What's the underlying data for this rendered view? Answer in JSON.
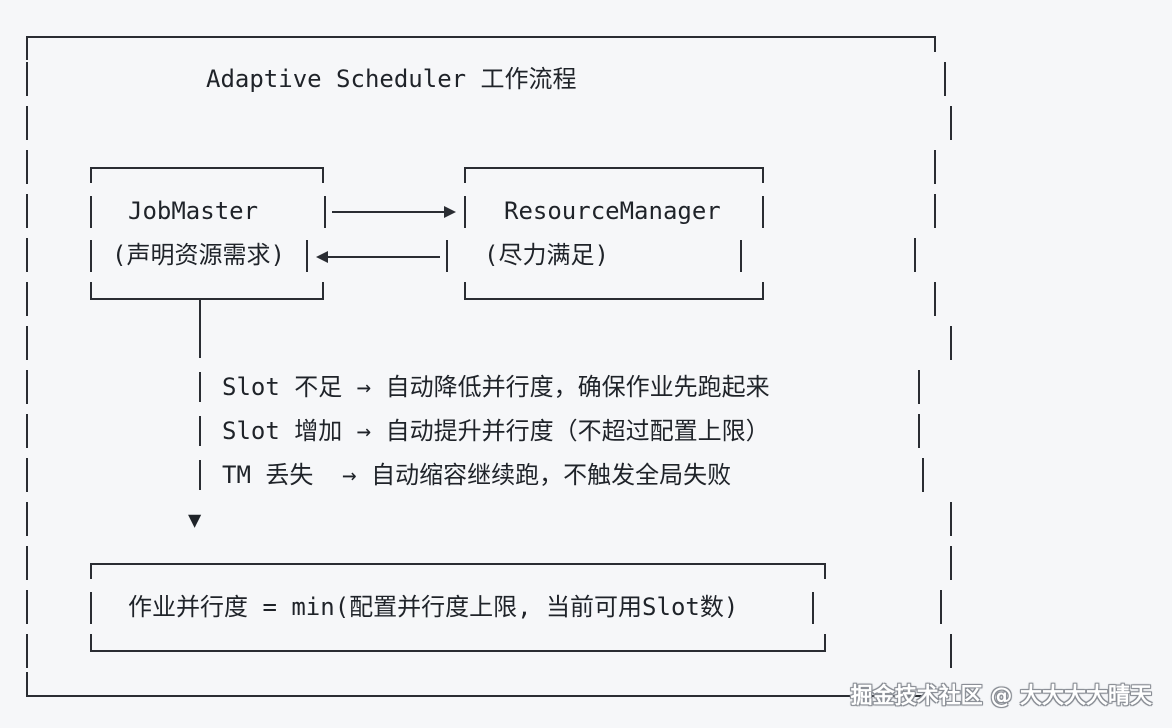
{
  "title": "Adaptive Scheduler 工作流程",
  "job_master": {
    "name": "JobMaster",
    "desc": "(声明资源需求)"
  },
  "resource_manager": {
    "name": "ResourceManager",
    "desc": "(尽力满足)"
  },
  "rules": [
    "Slot 不足 → 自动降低并行度，确保作业先跑起来",
    "Slot 增加 → 自动提升并行度（不超过配置上限）",
    "TM 丢失  → 自动缩容继续跑，不触发全局失败"
  ],
  "down_arrow": "▼",
  "formula": "作业并行度 = min(配置并行度上限, 当前可用Slot数)",
  "watermark": "掘金技术社区 @ 大大大大晴天",
  "colors": {
    "line": "#2a2d33",
    "background": "#f6f7f9"
  }
}
